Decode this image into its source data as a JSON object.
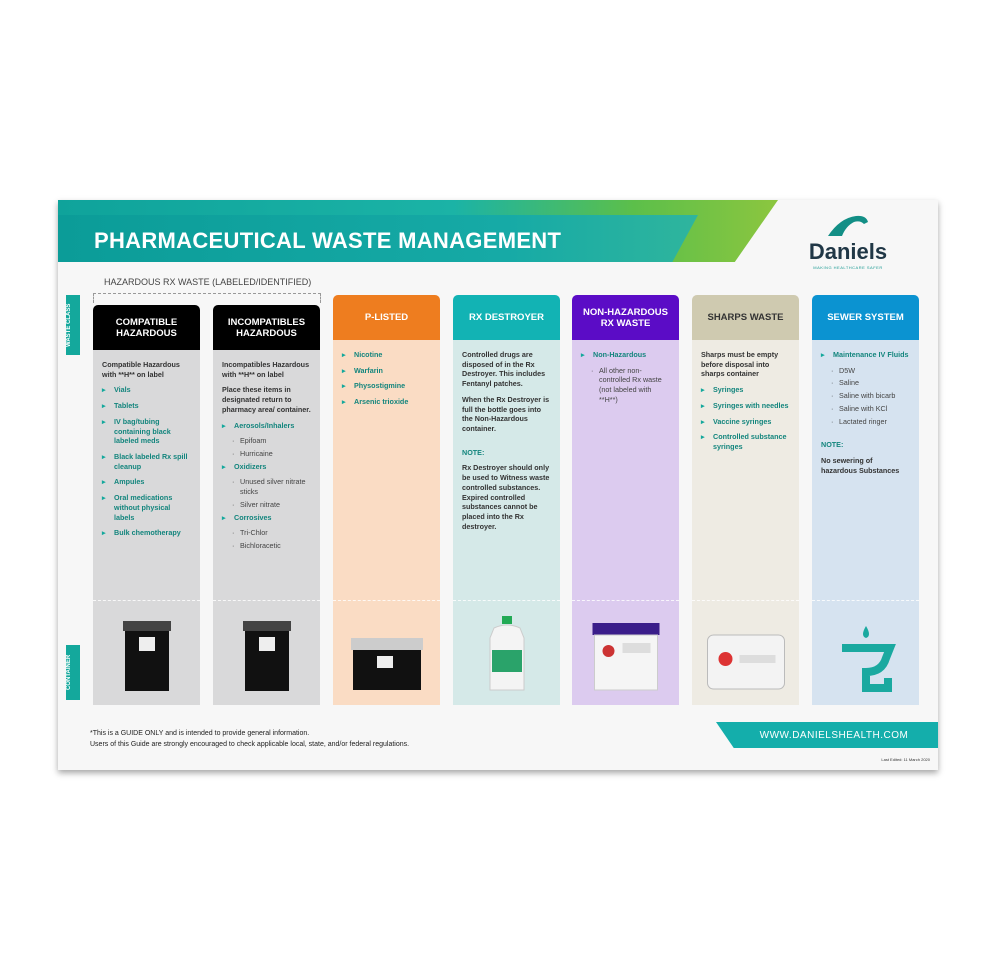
{
  "title": "PHARMACEUTICAL WASTE MANAGEMENT",
  "logo": {
    "name": "Daniels",
    "tagline": "MAKING HEALTHCARE SAFER"
  },
  "group_label": "HAZARDOUS RX WASTE (LABELED/IDENTIFIED)",
  "side_labels": {
    "waste_class": "WASTE CLASS",
    "container": "CONTAINER"
  },
  "columns": [
    {
      "header": "COMPATIBLE HAZARDOUS",
      "header_color": "#000000",
      "body_color": "#d9d9da",
      "intro": "Compatible Hazardous with **H** on label",
      "items": [
        "Vials",
        "Tablets",
        "IV bag/tubing containing black labeled meds",
        "Black labeled Rx spill cleanup",
        "Ampules",
        "Oral medications without physical labels",
        "Bulk chemotherapy"
      ]
    },
    {
      "header": "INCOMPATIBLES HAZARDOUS",
      "header_color": "#000000",
      "body_color": "#d9d9da",
      "intro": "Incompatibles Hazardous with **H** on label",
      "intro2": "Place these items in designated return to pharmacy area/ container.",
      "groups": [
        {
          "label": "Aerosols/Inhalers",
          "subs": [
            "Epifoam",
            "Hurricaine"
          ]
        },
        {
          "label": "Oxidizers",
          "subs": [
            "Unused silver nitrate sticks",
            "Silver nitrate"
          ]
        },
        {
          "label": "Corrosives",
          "subs": [
            "Tri-Chlor",
            "Bichloracetic"
          ]
        }
      ]
    },
    {
      "header": "P-LISTED",
      "header_color": "#ee7d1f",
      "body_color": "#fadcc4",
      "items": [
        "Nicotine",
        "Warfarin",
        "Physostigmine",
        "Arsenic trioxide"
      ]
    },
    {
      "header": "RX DESTROYER",
      "header_color": "#12b3b4",
      "body_color": "#d5e9e8",
      "para1": "Controlled drugs are disposed of in the Rx Destroyer. This includes Fentanyl patches.",
      "para2": "When the Rx Destroyer is full the bottle goes into the Non-Hazardous container.",
      "note_label": "NOTE:",
      "note": "Rx Destroyer should only be used to Witness waste controlled substances. Expired controlled substances cannot be placed into the Rx destroyer."
    },
    {
      "header": "NON-HAZARDOUS RX WASTE",
      "header_color": "#5b0cc6",
      "body_color": "#dccbef",
      "group": {
        "label": "Non-Hazardous",
        "subs": [
          "All other non-controlled Rx waste (not labeled with **H**)"
        ]
      }
    },
    {
      "header": "SHARPS WASTE",
      "header_color": "#cfcab0",
      "body_color": "#eeebe3",
      "intro": "Sharps must be empty before disposal into sharps container",
      "items": [
        "Syringes",
        "Syringes with needles",
        "Vaccine syringes",
        "Controlled substance syringes"
      ]
    },
    {
      "header": "SEWER SYSTEM",
      "header_color": "#0b93d1",
      "body_color": "#d6e3f0",
      "group": {
        "label": "Maintenance IV Fluids",
        "subs": [
          "D5W",
          "Saline",
          "Saline with bicarb",
          "Saline with KCl",
          "Lactated ringer"
        ]
      },
      "note_label": "NOTE:",
      "note": "No sewering of hazardous Substances"
    }
  ],
  "footer": {
    "line1": "*This is a GUIDE ONLY and is intended to provide general information.",
    "line2": "Users of this Guide are strongly encouraged to check applicable local, state, and/or federal regulations.",
    "url": "WWW.DANIELSHEALTH.COM",
    "code": "Last Edited: 11 March 2020"
  }
}
